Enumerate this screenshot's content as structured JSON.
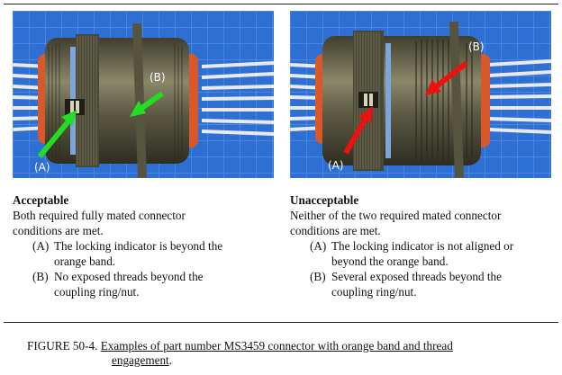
{
  "photos": {
    "left": {
      "label_a": "(A)",
      "label_b": "(B)",
      "arrow_color": "#22dd22"
    },
    "right": {
      "label_a": "(A)",
      "label_b": "(B)",
      "arrow_color": "#ee1111"
    }
  },
  "acceptable": {
    "title": "Acceptable",
    "intro_1": "Both required fully mated connector",
    "intro_2": "conditions are met.",
    "items": [
      {
        "marker": "(A)",
        "line1": "The locking indicator is beyond the",
        "line2": "orange band."
      },
      {
        "marker": "(B)",
        "line1": "No exposed threads beyond the",
        "line2": "coupling ring/nut."
      }
    ]
  },
  "unacceptable": {
    "title": "Unacceptable",
    "intro_1": "Neither of the two required mated connector",
    "intro_2": "conditions are met.",
    "items": [
      {
        "marker": "(A)",
        "line1": "The locking indicator is not aligned or",
        "line2": "beyond the orange band."
      },
      {
        "marker": "(B)",
        "line1": "Several exposed threads beyond the",
        "line2": "coupling ring/nut."
      }
    ]
  },
  "caption": {
    "figure_id": "FIGURE 50-4.",
    "text_line1": "Examples of part number MS3459 connector with orange band and thread",
    "text_line2": "engagement",
    "period": "."
  },
  "colors": {
    "background_blue": "#2d6fd3",
    "connector_olive": "#5c5a44",
    "orange_band": "#d9582a",
    "rule": "#222222"
  }
}
